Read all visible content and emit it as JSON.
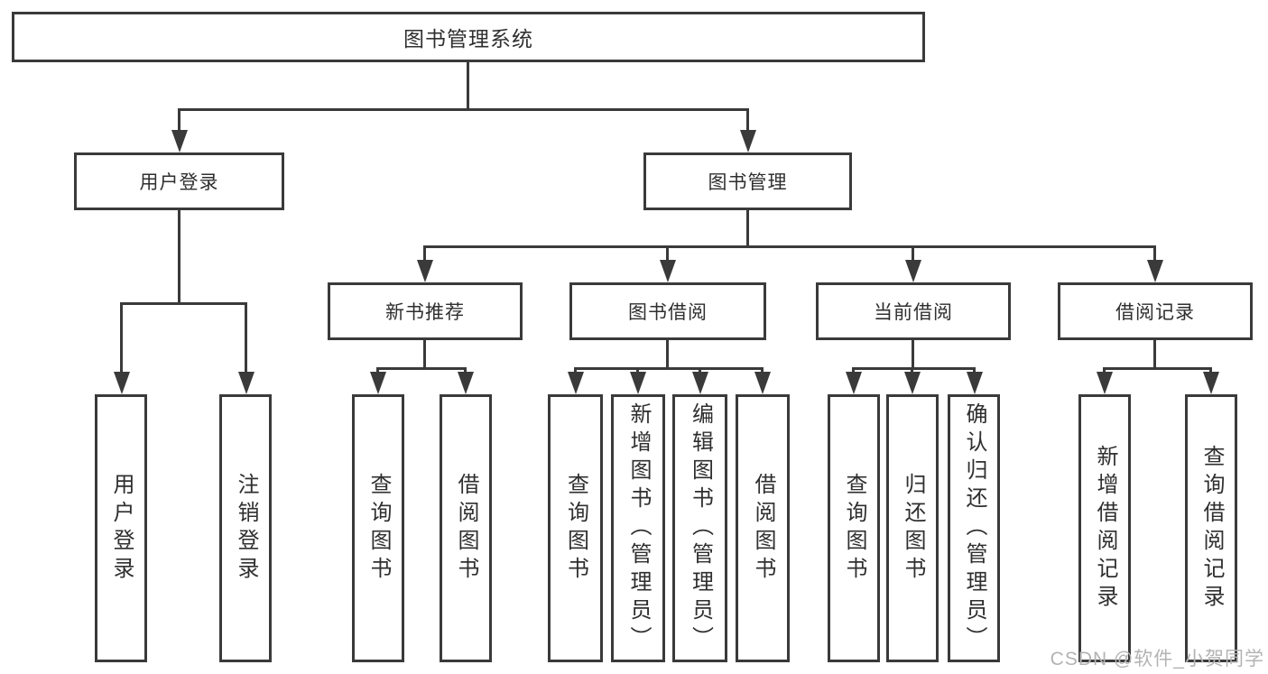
{
  "root": {
    "label": "图书管理系统"
  },
  "level2": [
    {
      "label": "用户登录"
    },
    {
      "label": "图书管理"
    }
  ],
  "level3": [
    {
      "label": "新书推荐"
    },
    {
      "label": "图书借阅"
    },
    {
      "label": "当前借阅"
    },
    {
      "label": "借阅记录"
    }
  ],
  "leaves": [
    {
      "label": "用户登录"
    },
    {
      "label": "注销登录"
    },
    {
      "label": "查询图书"
    },
    {
      "label": "借阅图书"
    },
    {
      "label": "查询图书"
    },
    {
      "label": "新增图书（管理员）"
    },
    {
      "label": "编辑图书（管理员）"
    },
    {
      "label": "借阅图书"
    },
    {
      "label": "查询图书"
    },
    {
      "label": "归还图书"
    },
    {
      "label": "确认归还（管理员）"
    },
    {
      "label": "新增借阅记录"
    },
    {
      "label": "查询借阅记录"
    }
  ],
  "watermark": {
    "text": "CSDN @软件_小贺同学"
  },
  "colors": {
    "line": "#3a3a3a",
    "text": "#2f2f2f",
    "watermark": "#b3b3b3"
  }
}
